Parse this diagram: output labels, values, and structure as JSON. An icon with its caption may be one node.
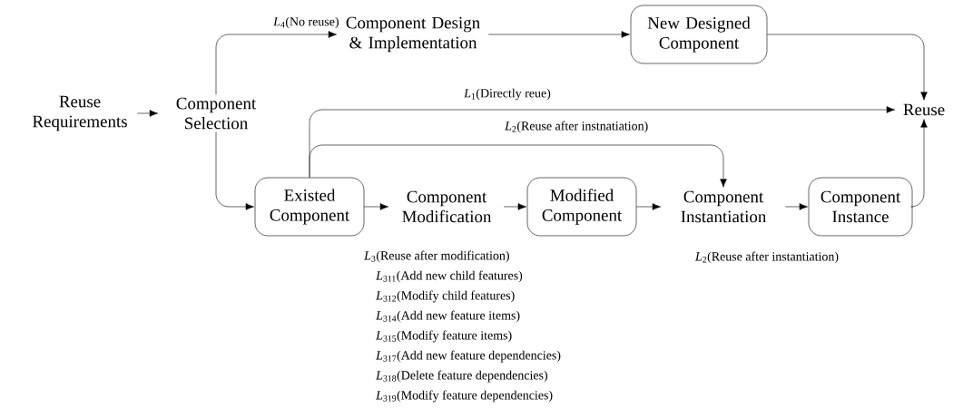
{
  "diagram": {
    "nodes": [
      {
        "text": [
          "Reuse Requirements"
        ]
      },
      {
        "text": [
          "Component Selection"
        ]
      },
      {
        "text": [
          "Component Design & Implementation"
        ]
      },
      {
        "text": [
          "New Designed Component"
        ]
      },
      {
        "text": [
          "Reuse"
        ]
      },
      {
        "text": [
          "Existed Component"
        ]
      },
      {
        "text": [
          "Component Modification"
        ],
        "beside": [
          "*L*$_{3}$(Reuse after modification)",
          "*L*$_{311}$(Add new child features)",
          "*L*$_{312}$(Modify child features)",
          "*L*$_{314}$(Add new feature items)",
          "*L*$_{315}$(Modify feature items)",
          "*L*$_{317}$(Add new feature dependencies)",
          "*L*$_{318}$(Delete feature dependencies)",
          "*L*$_{319}$(Modify feature dependencies)"
        ]
      },
      {
        "text": [
          "Modified Component"
        ]
      },
      {
        "text": [
          "Component Instantiation"
        ]
      },
      {
        "text": [
          "Component Instance"
        ]
      }
    ],
    "edges": [
      {
        "from": 0,
        "to": 1,
        "arrow": "to"
      },
      {
        "from": 1,
        "to": 2,
        "arrow": "to",
        "label": "*L*$_{4}$(No reuse)"
      },
      {
        "from": 2,
        "to": 3,
        "arrow": "to"
      },
      {
        "from": 3,
        "to": 4,
        "arrow": "to"
      },
      {
        "from": 1,
        "to": 5,
        "arrow": "to"
      },
      {
        "from": 5,
        "to": 4,
        "arrow": "to",
        "label": "*L*$_{1}$(Directly reue)"
      },
      {
        "from": 5,
        "to": 8,
        "arrow": "to",
        "label": "*L*$_{2}$(Reuse after instnatiation)"
      },
      {
        "from": 5,
        "to": 6,
        "arrow": "to"
      },
      {
        "from": 6,
        "to": 7,
        "arrow": "to"
      },
      {
        "from": 7,
        "to": 8,
        "arrow": "to"
      },
      {
        "from": 8,
        "to": 9,
        "arrow": "to"
      },
      {
        "from": 9,
        "to": 4,
        "arrow": "to"
      }
    ],
    "labels": [
      "*L*$_{2}$(Reuse after instantiation)"
    ]
  }
}
